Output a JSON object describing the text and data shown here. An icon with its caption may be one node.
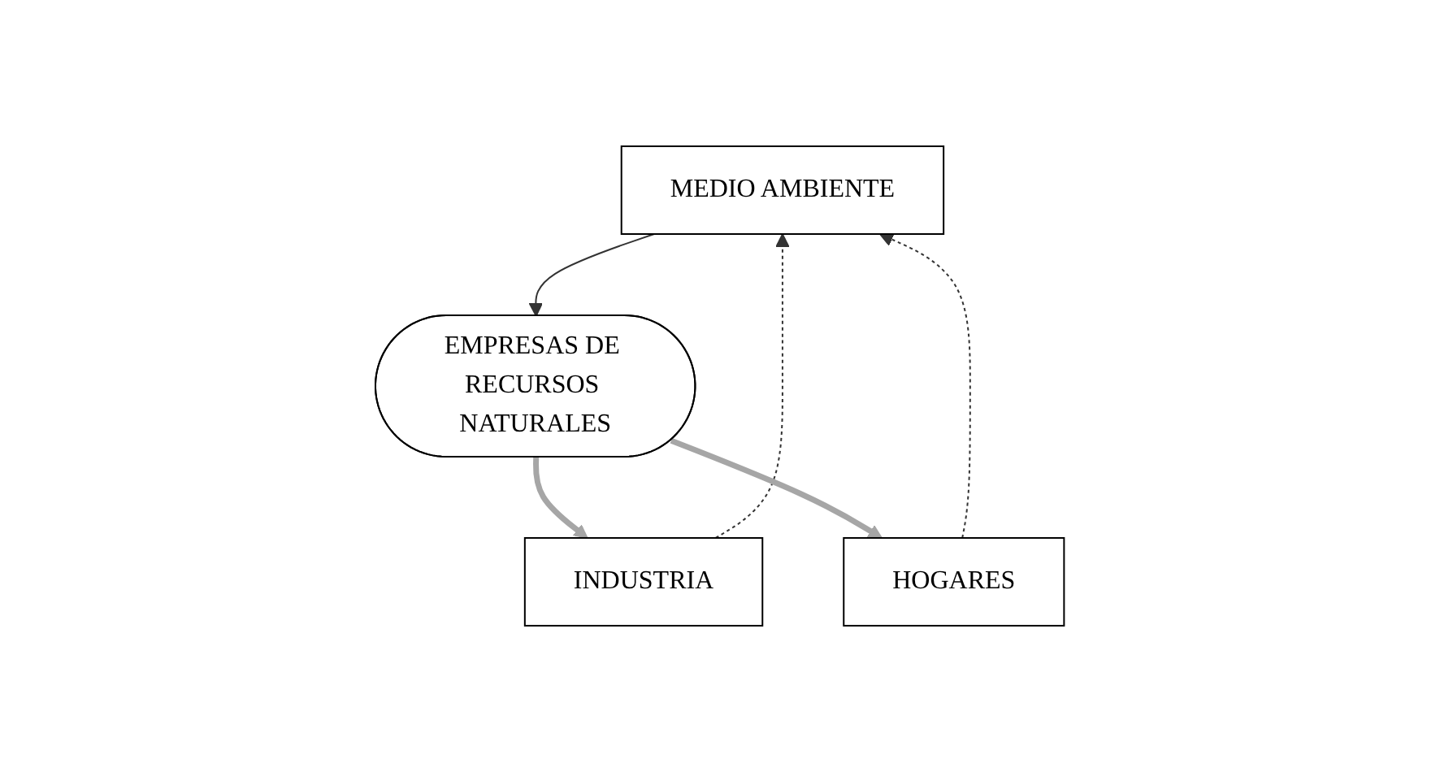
{
  "diagram": {
    "nodes": [
      {
        "text": [
          "MEDIO AMBIENTE"
        ]
      },
      {
        "text": [
          "EMPRESAS DE RECURSOS NATURALES"
        ]
      },
      {
        "text": [
          "INDUSTRIA"
        ]
      },
      {
        "text": [
          "HOGARES"
        ]
      }
    ],
    "edges": [
      {
        "from": 2,
        "to": 0,
        "arrow": "to",
        "style": "dashed"
      },
      {
        "from": 3,
        "to": 0,
        "arrow": "to",
        "style": "dashed"
      },
      {
        "from": 0,
        "to": 1,
        "arrow": "to"
      },
      {
        "from": 1,
        "to": 2,
        "arrow": "to",
        "style": "thick",
        "color": "#a6a6a6"
      },
      {
        "from": 1,
        "to": 3,
        "arrow": "to",
        "style": "thick",
        "color": "#a6a6a6"
      }
    ]
  }
}
